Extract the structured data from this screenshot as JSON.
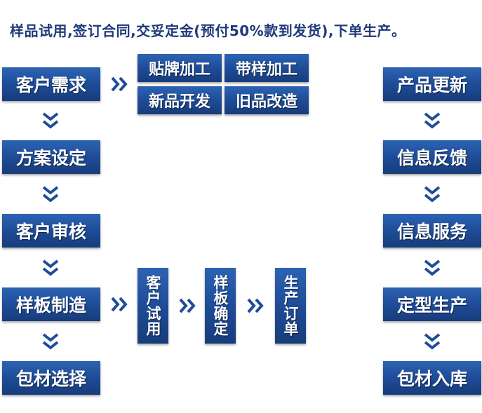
{
  "header": "样品试用,签订合同,交妥定金(预付50%款到发货),下单生产。",
  "left_column": [
    "客户需求",
    "方案设定",
    "客户审核",
    "样板制造",
    "包材选择"
  ],
  "top_group": [
    "贴牌加工",
    "带样加工",
    "新品开发",
    "旧品改造"
  ],
  "middle_row": [
    "客户试用",
    "样板确定",
    "生产订单"
  ],
  "right_column": [
    "产品更新",
    "信息反馈",
    "信息服务",
    "定型生产",
    "包材入库"
  ],
  "colors": {
    "box": "#1f4d99",
    "arrow": "#1f4d99",
    "header": "#1e3a7a"
  },
  "icons": {
    "arrow_right": "double-chevron-right-icon",
    "arrow_down": "double-chevron-down-icon"
  }
}
